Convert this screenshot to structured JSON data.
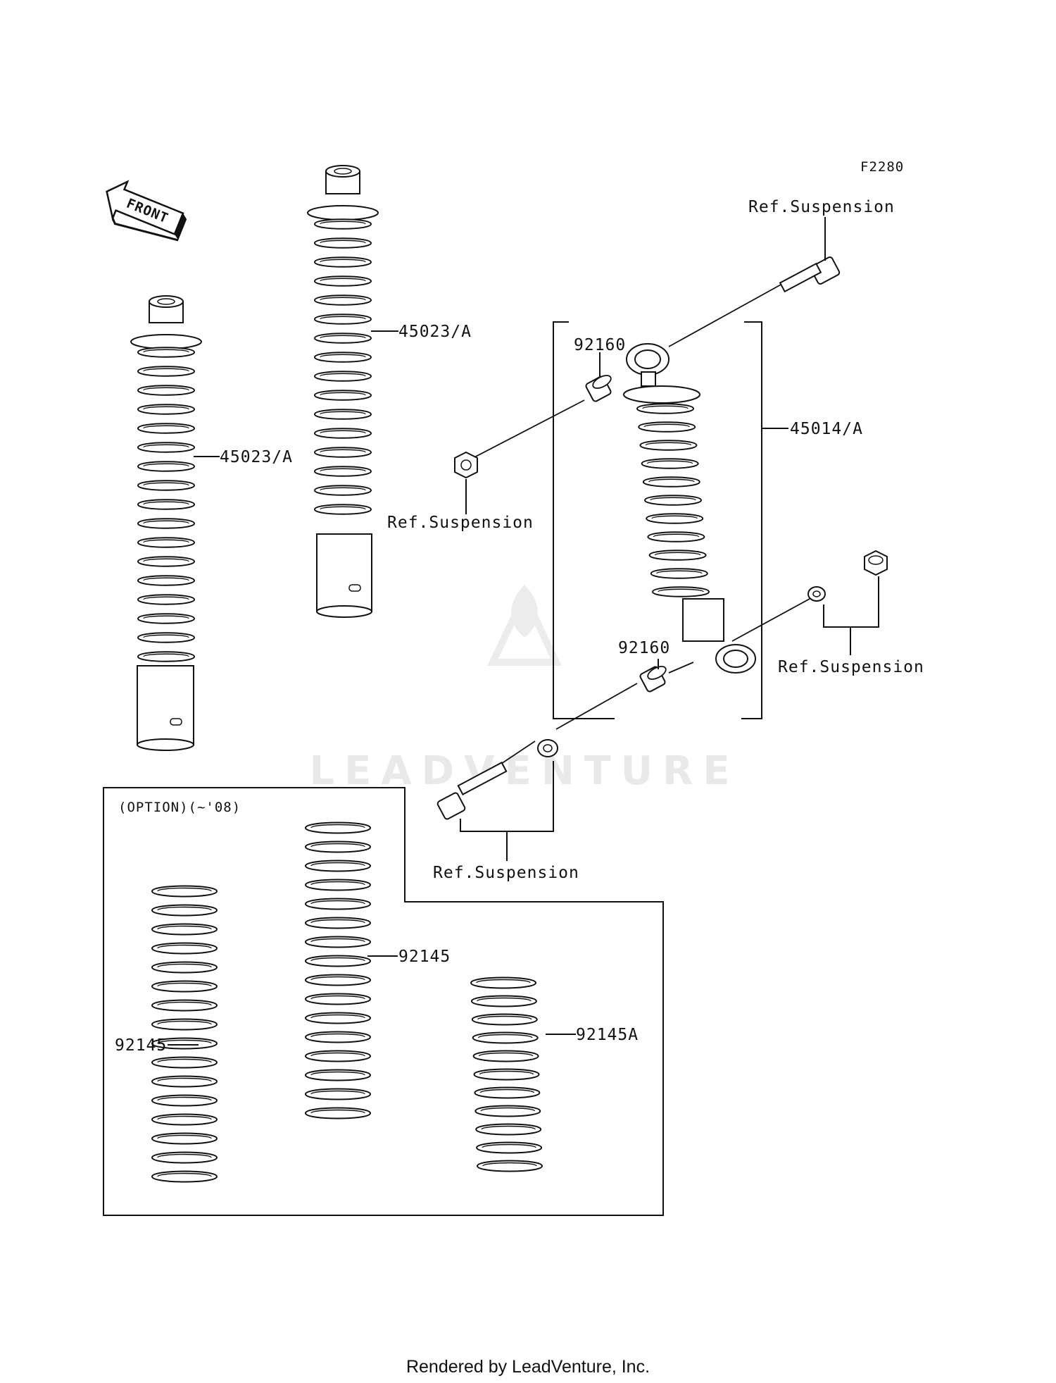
{
  "figure_code": "F2280",
  "front_arrow_label": "FRONT",
  "callouts": {
    "shock_left": "45023/A",
    "shock_middle": "45023/A",
    "shock_right": "45014/A",
    "collar_top": "92160",
    "collar_bottom": "92160",
    "ref_top_bolt": "Ref.Suspension",
    "ref_nut_left": "Ref.Suspension",
    "ref_right_nut": "Ref.Suspension",
    "ref_bottom_bolt": "Ref.Suspension",
    "spring_left": "92145",
    "spring_middle": "92145",
    "spring_right": "92145A"
  },
  "option_box_label": "(OPTION)(~'08)",
  "watermark": "LEADVENTURE",
  "footer": "Rendered by LeadVenture, Inc."
}
